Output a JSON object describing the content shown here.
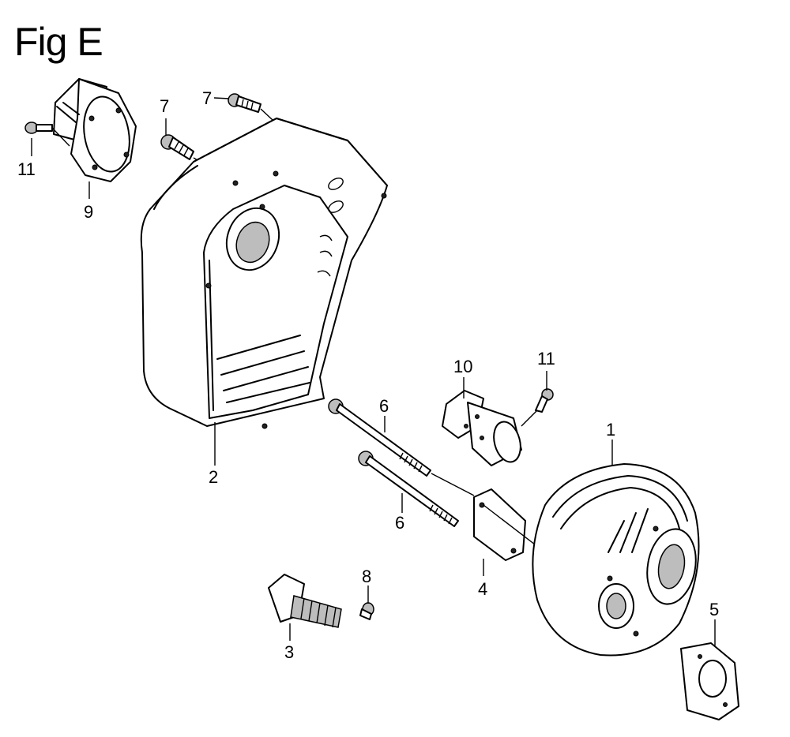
{
  "figure": {
    "title": "Fig E"
  },
  "callouts": {
    "p1": "1",
    "p2": "2",
    "p3": "3",
    "p4": "4",
    "p5": "5",
    "p6a": "6",
    "p6b": "6",
    "p7a": "7",
    "p7b": "7",
    "p8": "8",
    "p9": "9",
    "p10": "10",
    "p11a": "11",
    "p11b": "11"
  },
  "colors": {
    "line": "#000000",
    "background": "#ffffff",
    "shade": "#bdbdbd"
  }
}
